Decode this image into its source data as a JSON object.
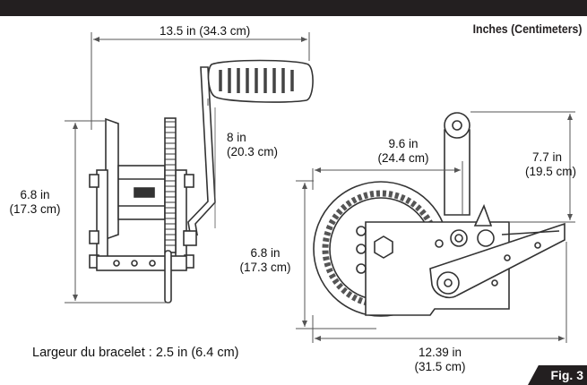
{
  "units_label": "Inches (Centimeters)",
  "figure_label": "Fig. 3",
  "strap_width": "Largeur du bracelet : 2.5 in (6.4 cm)",
  "dimensions": {
    "overall_width": "13.5 in (34.3 cm)",
    "handle_length": [
      "8 in",
      "(20.3 cm)"
    ],
    "side_height": [
      "6.8 in",
      "(17.3 cm)"
    ],
    "gear_width": [
      "9.6 in",
      "(24.4 cm)"
    ],
    "front_height": [
      "6.8 in",
      "(17.3 cm)"
    ],
    "top_height": [
      "7.7 in",
      "(19.5 cm)"
    ],
    "base_length": [
      "12.39 in",
      "(31.5 cm)"
    ]
  },
  "colors": {
    "dark": "#231f20",
    "line": "#333333",
    "shade": "#d9d9d9"
  }
}
